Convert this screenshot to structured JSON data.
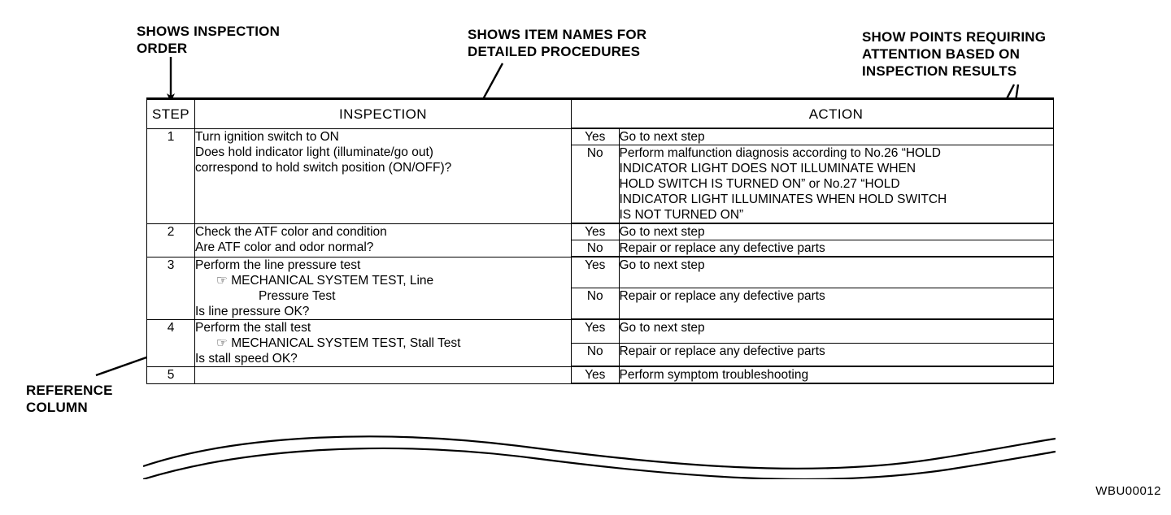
{
  "callouts": {
    "inspection_order": "SHOWS INSPECTION\nORDER",
    "item_names": "SHOWS ITEM NAMES FOR\nDETAILED PROCEDURES",
    "attention_points": "SHOW POINTS REQUIRING\nATTENTION BASED ON\nINSPECTION RESULTS",
    "reference_column": "REFERENCE\nCOLUMN"
  },
  "table": {
    "headers": {
      "step": "STEP",
      "inspection": "INSPECTION",
      "action": "ACTION"
    },
    "rows": [
      {
        "step": "1",
        "inspection": [
          "Turn ignition switch to ON",
          "Does hold indicator light (illuminate/go out)",
          "correspond to hold switch position (ON/OFF)?"
        ],
        "results": [
          {
            "answer": "Yes",
            "action": [
              "Go to next step"
            ]
          },
          {
            "answer": "No",
            "action": [
              "Perform malfunction diagnosis according to No.26 “HOLD",
              "INDICATOR LIGHT DOES NOT ILLUMINATE WHEN",
              "HOLD SWITCH IS TURNED ON” or No.27 “HOLD",
              "INDICATOR LIGHT ILLUMINATES WHEN HOLD SWITCH",
              "IS NOT TURNED ON”"
            ]
          }
        ]
      },
      {
        "step": "2",
        "inspection": [
          "Check the ATF color and condition",
          "Are ATF color and odor normal?"
        ],
        "results": [
          {
            "answer": "Yes",
            "action": [
              "Go to next step"
            ]
          },
          {
            "answer": "No",
            "action": [
              "Repair or replace any defective parts"
            ]
          }
        ]
      },
      {
        "step": "3",
        "inspection": [
          "Perform the line pressure test",
          "☞ MECHANICAL SYSTEM TEST, Line",
          "Pressure Test",
          "Is line pressure OK?"
        ],
        "results": [
          {
            "answer": "Yes",
            "action": [
              "Go to next step"
            ]
          },
          {
            "answer": "No",
            "action": [
              "Repair or replace any defective parts"
            ]
          }
        ]
      },
      {
        "step": "4",
        "inspection": [
          "Perform the stall test",
          "☞ MECHANICAL SYSTEM TEST, Stall Test",
          "Is stall speed OK?"
        ],
        "results": [
          {
            "answer": "Yes",
            "action": [
              "Go to next step"
            ]
          },
          {
            "answer": "No",
            "action": [
              "Repair or replace any defective parts"
            ]
          }
        ]
      },
      {
        "step": "5",
        "inspection": [
          ""
        ],
        "results": [
          {
            "answer": "Yes",
            "action": [
              "Perform symptom troubleshooting"
            ]
          }
        ]
      }
    ]
  },
  "footer": {
    "code": "WBU00012"
  },
  "colors": {
    "ink": "#000000",
    "paper": "#ffffff"
  }
}
